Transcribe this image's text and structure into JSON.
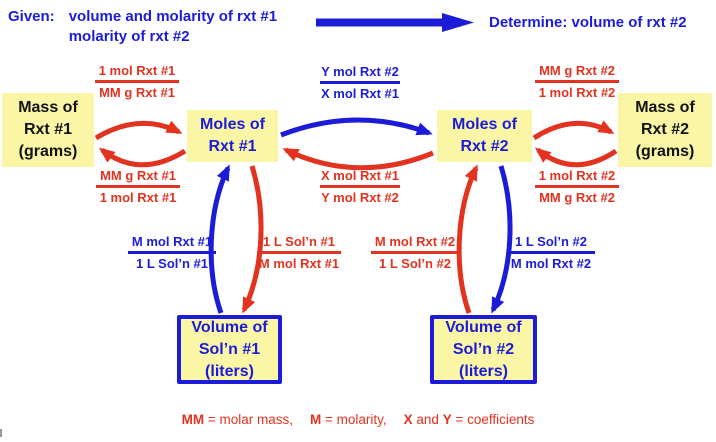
{
  "colors": {
    "red": "#e23320",
    "blue": "#1c1cd8",
    "yellow": "#faf6a6",
    "text_black": "#121212"
  },
  "header": {
    "given_label": "Given:",
    "given_line1": "volume and molarity of rxt #1",
    "given_line2": "molarity of rxt #2",
    "determine": "Determine: volume of rxt #2"
  },
  "boxes": {
    "mass1": "Mass of\nRxt #1\n(grams)",
    "moles1": "Moles of\nRxt #1",
    "moles2": "Moles of\nRxt #2",
    "mass2": "Mass of\nRxt #2\n(grams)",
    "vol1": "Volume of\nSol’n #1\n(liters)",
    "vol2": "Volume of\nSol’n #2\n(liters)"
  },
  "fractions": {
    "mass1_to_moles1": {
      "num": "1 mol Rxt #1",
      "den": "MM g Rxt #1"
    },
    "moles1_to_mass1": {
      "num": "MM g Rxt #1",
      "den": "1 mol Rxt #1"
    },
    "moles1_to_moles2": {
      "num": "Y mol Rxt #2",
      "den": "X mol Rxt #1"
    },
    "moles2_to_moles1": {
      "num": "X mol Rxt #1",
      "den": "Y mol Rxt #2"
    },
    "moles2_to_mass2": {
      "num": "MM g Rxt #2",
      "den": "1 mol Rxt #2"
    },
    "mass2_to_moles2": {
      "num": "1 mol Rxt #2",
      "den": "MM g Rxt #2"
    },
    "vol1_to_moles1": {
      "num": "M mol Rxt #1",
      "den": "1 L Sol’n #1"
    },
    "moles1_to_vol1": {
      "num": "1 L Sol’n #1",
      "den": "M mol Rxt #1"
    },
    "vol2_to_moles2": {
      "num": "M mol Rxt #2",
      "den": "1 L Sol’n #2"
    },
    "moles2_to_vol2": {
      "num": "1 L Sol’n #2",
      "den": "M mol Rxt #2"
    }
  },
  "legend": {
    "mm_abbr": "MM",
    "mm_def": " = molar mass,",
    "m_abbr": "M",
    "m_def": " = molarity,",
    "x_abbr": "X",
    "and_word": " and ",
    "y_abbr": "Y",
    "xy_def": " = coefficients"
  }
}
